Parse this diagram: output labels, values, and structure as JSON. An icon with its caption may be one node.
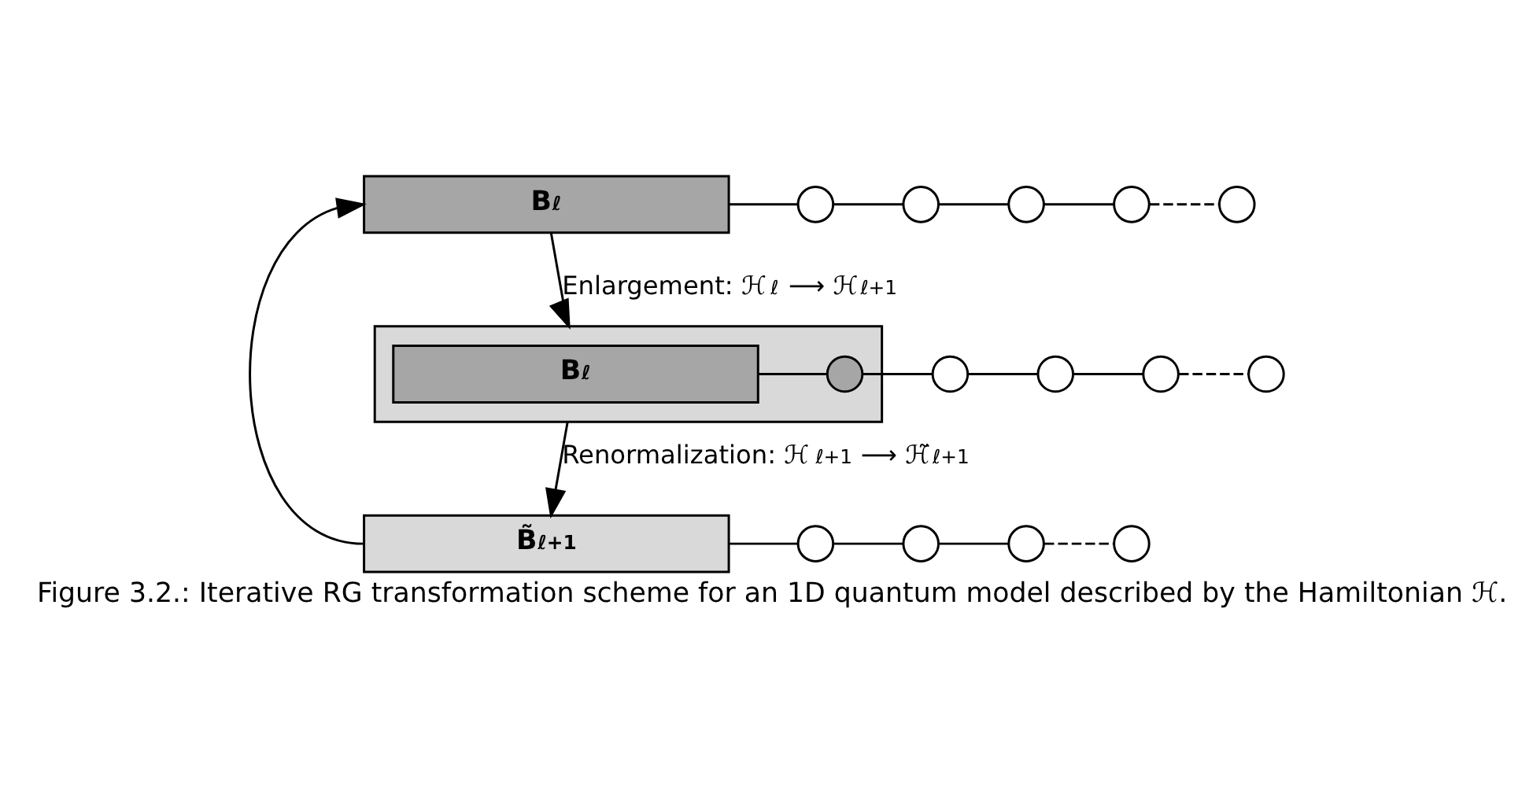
{
  "diagram": {
    "caption": "Figure 3.2.: Iterative RG transformation scheme for an 1D quantum model described by the Hamiltonian ℋ.",
    "nodes": [
      {
        "text": [
          "B$_{ℓ}$"
        ]
      },
      {
        "text": [],
        "shape": "circle"
      },
      {
        "text": [],
        "shape": "circle"
      },
      {
        "text": [],
        "shape": "circle"
      },
      {
        "text": [],
        "shape": "circle"
      },
      {
        "text": [],
        "shape": "circle"
      },
      {
        "text": [],
        "shape": "box"
      },
      {
        "text": [
          "B$_{ℓ}$"
        ],
        "in": 6
      },
      {
        "text": [],
        "shape": "circle",
        "in": 6
      },
      {
        "text": [],
        "shape": "circle"
      },
      {
        "text": [],
        "shape": "circle"
      },
      {
        "text": [],
        "shape": "circle"
      },
      {
        "text": [],
        "shape": "circle"
      },
      {
        "text": [
          "B̃$_{ℓ+1}$"
        ]
      },
      {
        "text": [],
        "shape": "circle"
      },
      {
        "text": [],
        "shape": "circle"
      },
      {
        "text": [],
        "shape": "circle"
      },
      {
        "text": [],
        "shape": "circle"
      }
    ],
    "edges": [
      {
        "from": 0,
        "to": 1,
        "arrow": "none"
      },
      {
        "from": 1,
        "to": 2,
        "arrow": "none"
      },
      {
        "from": 2,
        "to": 3,
        "arrow": "none"
      },
      {
        "from": 3,
        "to": 4,
        "arrow": "none"
      },
      {
        "from": 4,
        "to": 5,
        "arrow": "none",
        "style": "dashed"
      },
      {
        "from": 7,
        "to": 8,
        "arrow": "none"
      },
      {
        "from": 8,
        "to": 9,
        "arrow": "none"
      },
      {
        "from": 9,
        "to": 10,
        "arrow": "none"
      },
      {
        "from": 10,
        "to": 11,
        "arrow": "none"
      },
      {
        "from": 11,
        "to": 12,
        "arrow": "none",
        "style": "dashed"
      },
      {
        "from": 13,
        "to": 14,
        "arrow": "none"
      },
      {
        "from": 14,
        "to": 15,
        "arrow": "none"
      },
      {
        "from": 15,
        "to": 16,
        "arrow": "none"
      },
      {
        "from": 16,
        "to": 17,
        "arrow": "none",
        "style": "dashed"
      },
      {
        "from": 0,
        "to": 6,
        "arrow": "to",
        "label": "Enlargement: ℋ$_{ℓ}$ ⟶ ℋ$_{ℓ+1}$"
      },
      {
        "from": 6,
        "to": 13,
        "arrow": "to",
        "label": "Renormalization: ℋ$_{ℓ+1}$ ⟶ ℋ̃$_{ℓ+1}$"
      },
      {
        "from": 13,
        "to": 0,
        "arrow": "to"
      }
    ]
  }
}
